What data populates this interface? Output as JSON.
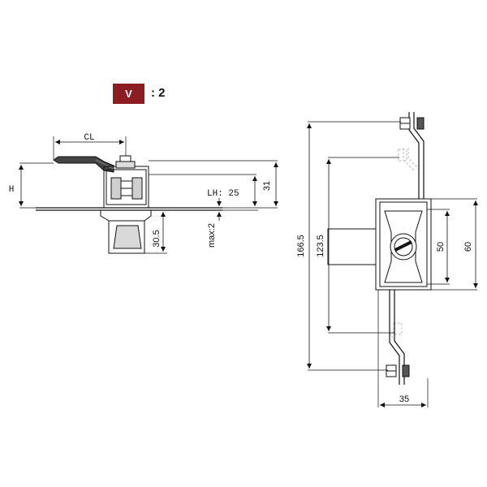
{
  "variant": {
    "letter": "V",
    "value": ": 2"
  },
  "colors": {
    "badge": "#8a1c22",
    "line": "#111111"
  },
  "side_view": {
    "cl_label": "CL",
    "h_label": "H",
    "lh_label": "LH: 25",
    "dim_31": "31",
    "dim_30_5": "30.5",
    "max_label": "max:2"
  },
  "front_view": {
    "dim_166_5": "166.5",
    "dim_123_5": "123.5",
    "dim_50": "50",
    "dim_60": "60",
    "dim_35": "35"
  }
}
